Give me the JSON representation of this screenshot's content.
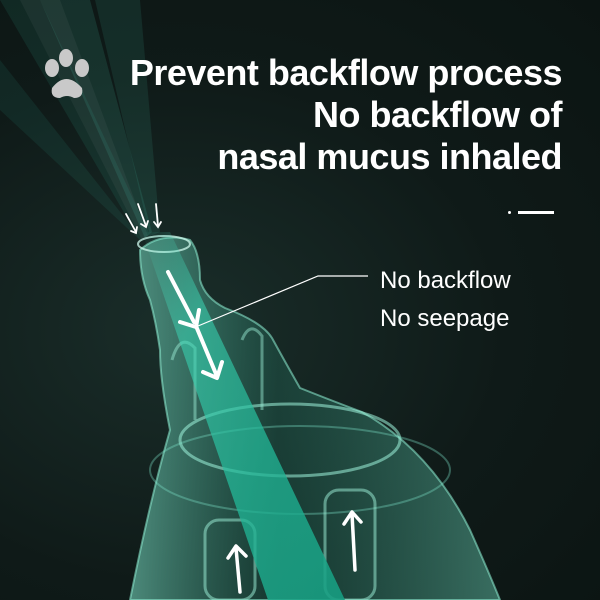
{
  "headline": {
    "line1": "Prevent backflow process",
    "line2": "No backflow of",
    "line3": "nasal mucus inhaled"
  },
  "callout": {
    "line1": "No backflow",
    "line2": "No seepage"
  },
  "icons": {
    "logo": "paw-print-icon",
    "inflow_arrows": "down-arrow-icon",
    "flow_arrows": "arrow-icon",
    "rising_arrows": "up-arrow-icon"
  },
  "colors": {
    "background": "#0f1a18",
    "beam": "#2fd2b0",
    "bottle": "#5fd6b8",
    "text": "#ffffff"
  }
}
